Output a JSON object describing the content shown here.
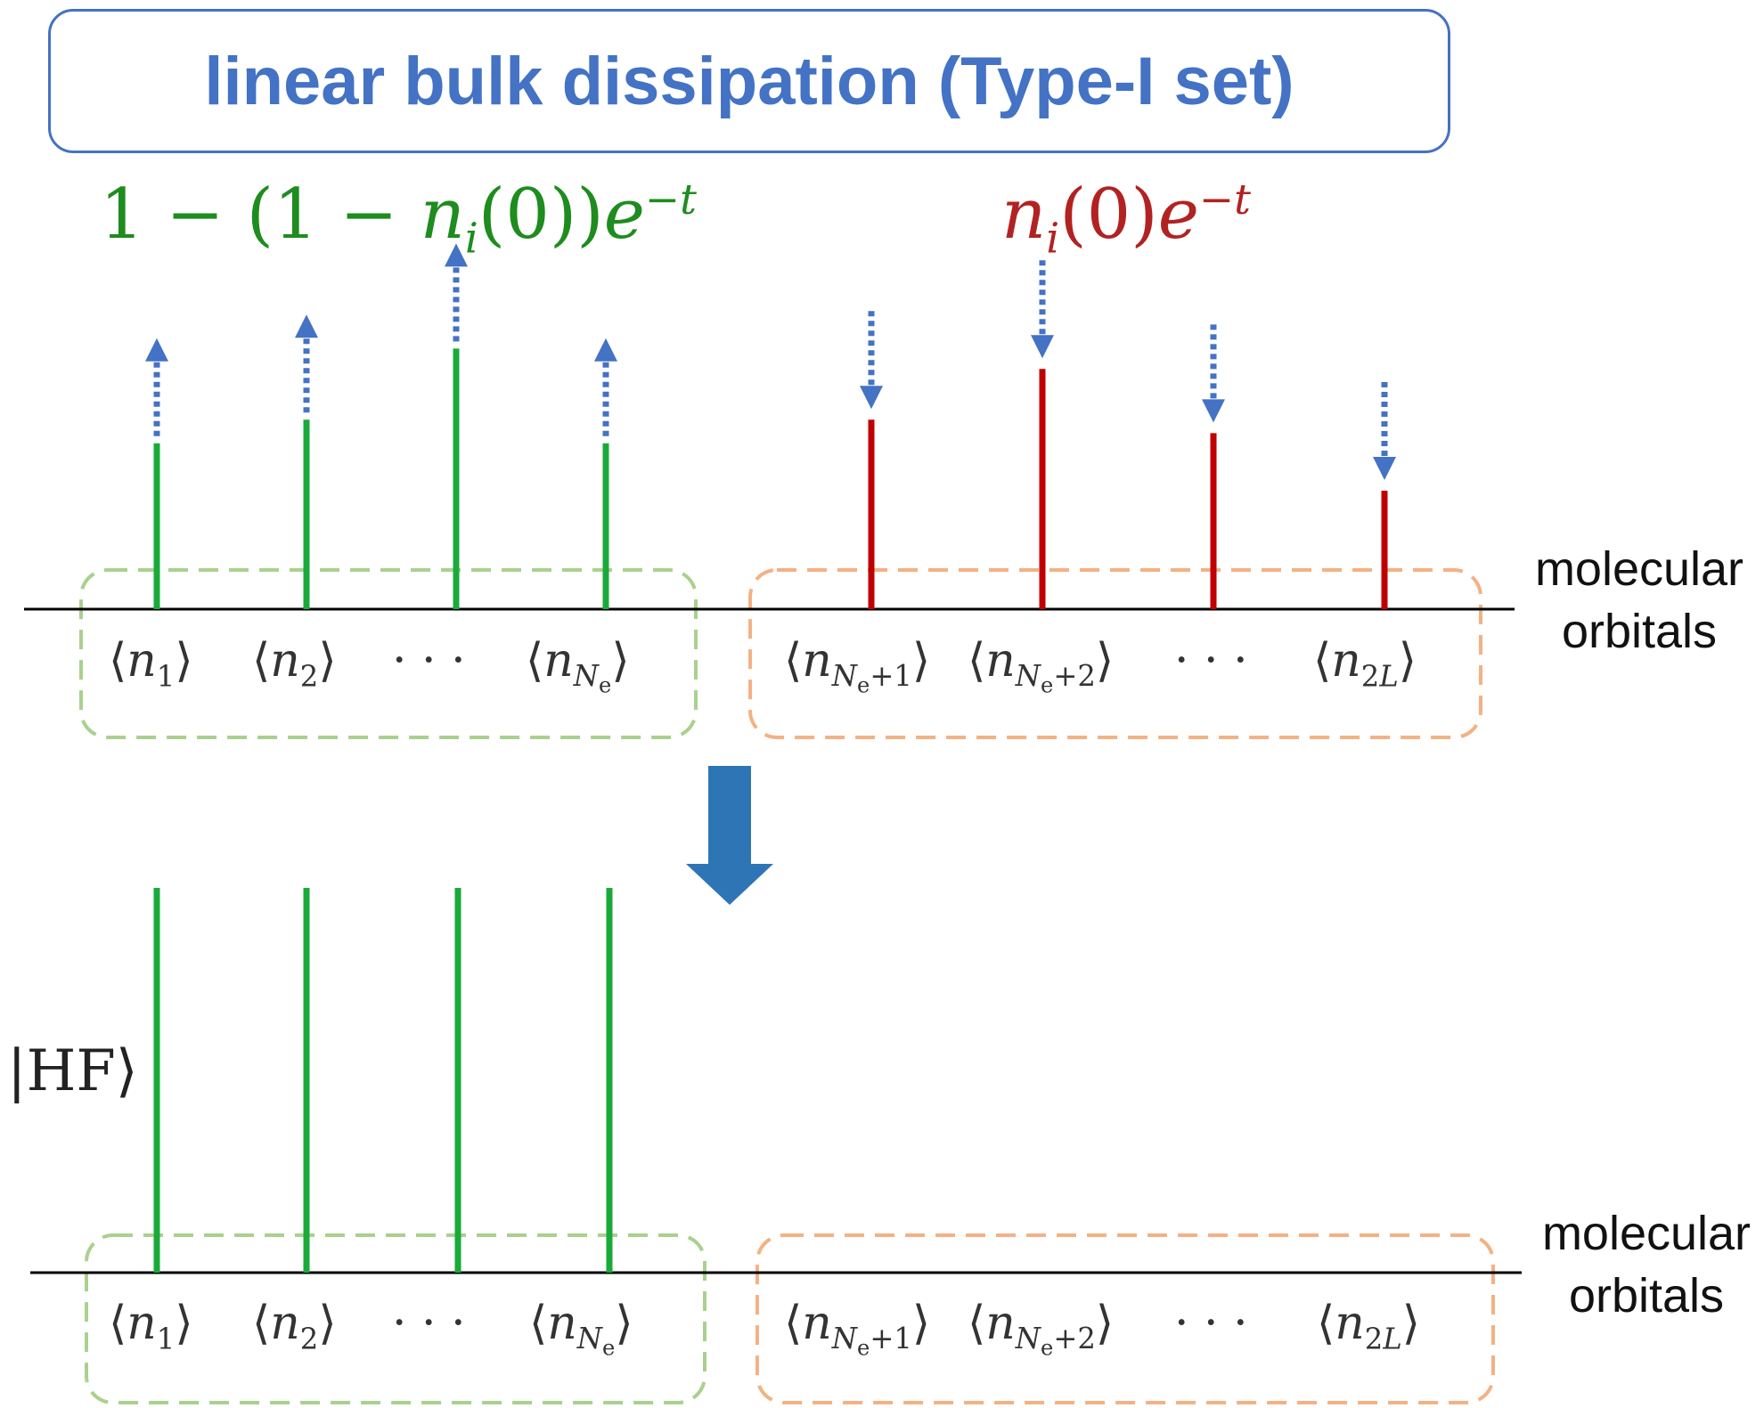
{
  "title": "linear bulk dissipation (Type-I set)",
  "formula_occupied": "1 − (1 − nᵢ(0))e⁻ᵗ",
  "formula_virtual": "nᵢ(0)e⁻ᵗ",
  "axis_label_line1": "molecular",
  "axis_label_line2": "orbitals",
  "state_label": "|HF⟩",
  "orbital_labels": {
    "n1": "⟨n₁⟩",
    "n2": "⟨n₂⟩",
    "dots": "· · ·",
    "nNe": "⟨n_Nₑ⟩",
    "nNe1": "⟨n_Nₑ₊₁⟩",
    "nNe2": "⟨n_Nₑ₊₂⟩",
    "n2L": "⟨n₂L⟩"
  },
  "top_panel": {
    "occupied_levels": [
      0.49,
      0.56,
      0.77,
      0.49
    ],
    "virtual_levels": [
      0.56,
      0.71,
      0.52,
      0.35
    ],
    "occupied_arrows": "up",
    "virtual_arrows": "down"
  },
  "bottom_panel": {
    "occupied_levels": [
      1.0,
      1.0,
      1.0,
      1.0
    ],
    "virtual_levels": [
      0,
      0,
      0,
      0
    ]
  },
  "colors": {
    "title": "#4472c4",
    "occupied_bar": "#1aaa3a",
    "virtual_bar": "#c00000",
    "arrow": "#4472c4",
    "occupied_box": "#a9d18e",
    "virtual_box": "#f4b183",
    "big_arrow": "#2e75b6",
    "formula_green": "#1e8c1e",
    "formula_red": "#b22222"
  }
}
